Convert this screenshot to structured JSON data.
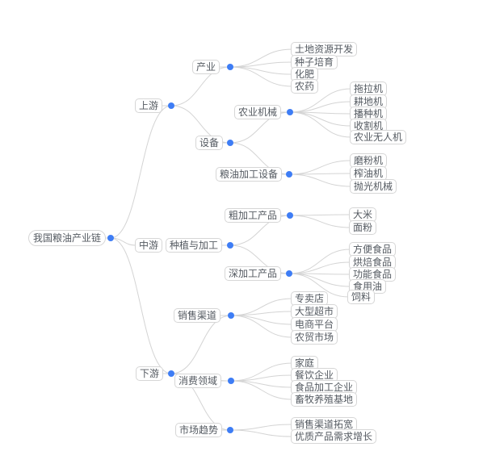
{
  "colors": {
    "background": "#ffffff",
    "node_border": "#d6d6d6",
    "node_text": "#545a61",
    "edge_line": "#d4d4d4",
    "junction_dot": "#3e7df5"
  },
  "tree": {
    "label": "我国粮油产业链",
    "children": [
      {
        "label": "上游",
        "children": [
          {
            "label": "产业",
            "children": [
              {
                "label": "土地资源开发"
              },
              {
                "label": "种子培育"
              },
              {
                "label": "化肥"
              },
              {
                "label": "农药"
              }
            ]
          },
          {
            "label": "设备",
            "children": [
              {
                "label": "农业机械",
                "children": [
                  {
                    "label": "拖拉机"
                  },
                  {
                    "label": "耕地机"
                  },
                  {
                    "label": "播种机"
                  },
                  {
                    "label": "收割机"
                  },
                  {
                    "label": "农业无人机"
                  }
                ]
              },
              {
                "label": "粮油加工设备",
                "children": [
                  {
                    "label": "磨粉机"
                  },
                  {
                    "label": "榨油机"
                  },
                  {
                    "label": "抛光机械"
                  }
                ]
              }
            ]
          }
        ]
      },
      {
        "label": "中游",
        "children": [
          {
            "label": "种植与加工",
            "children": [
              {
                "label": "粗加工产品",
                "children": [
                  {
                    "label": "大米"
                  },
                  {
                    "label": "面粉"
                  }
                ]
              },
              {
                "label": "深加工产品",
                "children": [
                  {
                    "label": "方便食品"
                  },
                  {
                    "label": "烘焙食品"
                  },
                  {
                    "label": "功能食品"
                  },
                  {
                    "label": "食用油"
                  },
                  {
                    "label": "饲料"
                  }
                ]
              }
            ]
          }
        ]
      },
      {
        "label": "下游",
        "children": [
          {
            "label": "销售渠道",
            "children": [
              {
                "label": "专卖店"
              },
              {
                "label": "大型超市"
              },
              {
                "label": "电商平台"
              },
              {
                "label": "农贸市场"
              }
            ]
          },
          {
            "label": "消费领域",
            "children": [
              {
                "label": "家庭"
              },
              {
                "label": "餐饮企业"
              },
              {
                "label": "食品加工企业"
              },
              {
                "label": "畜牧养殖基地"
              }
            ]
          },
          {
            "label": "市场趋势",
            "children": [
              {
                "label": "销售渠道拓宽"
              },
              {
                "label": "优质产品需求增长"
              }
            ]
          }
        ]
      }
    ]
  }
}
